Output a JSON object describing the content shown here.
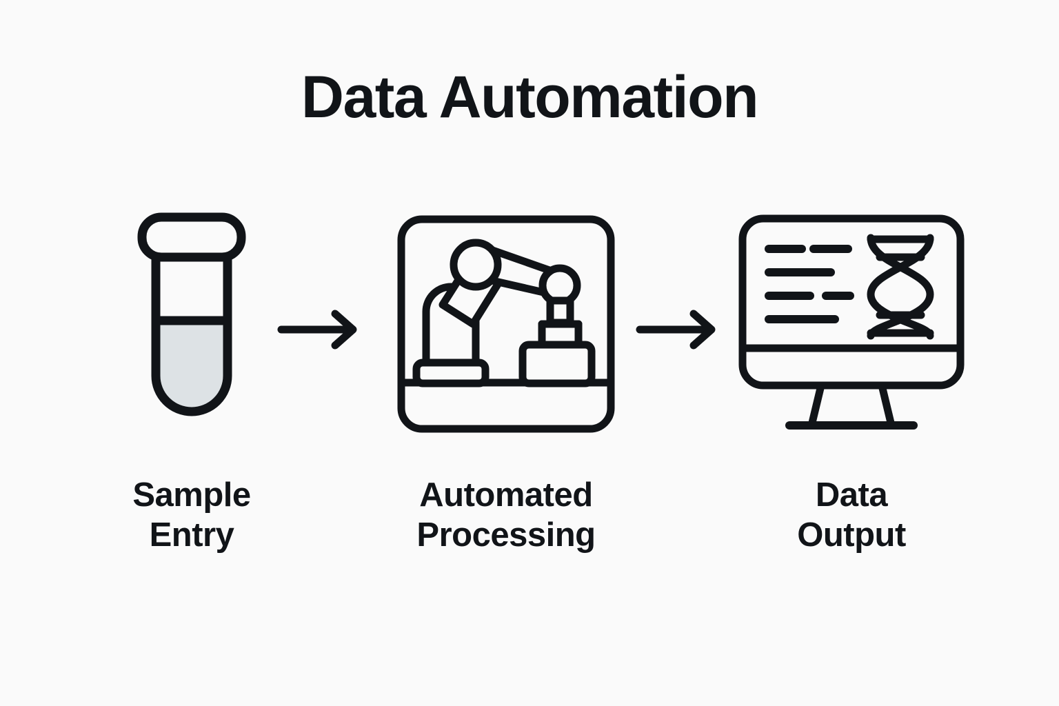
{
  "page": {
    "title": "Data Automation",
    "background_color": "#fafafa",
    "stroke_color": "#111418",
    "fill_color": "#dde2e5"
  },
  "diagram": {
    "type": "process-flow",
    "orientation": "horizontal",
    "step_count": 3,
    "connector_count": 2,
    "steps": [
      {
        "index": 1,
        "icon": "test-tube-icon",
        "label_line_1": "Sample",
        "label_line_2": "Entry"
      },
      {
        "index": 2,
        "icon": "robotic-arm-icon",
        "label_line_1": "Automated",
        "label_line_2": "Processing"
      },
      {
        "index": 3,
        "icon": "monitor-dna-icon",
        "label_line_1": "Data",
        "label_line_2": "Output"
      }
    ],
    "connectors": [
      {
        "index": 1,
        "icon": "arrow-right-icon",
        "from": "Sample Entry",
        "to": "Automated Processing"
      },
      {
        "index": 2,
        "icon": "arrow-right-icon",
        "from": "Automated Processing",
        "to": "Data Output"
      }
    ]
  }
}
